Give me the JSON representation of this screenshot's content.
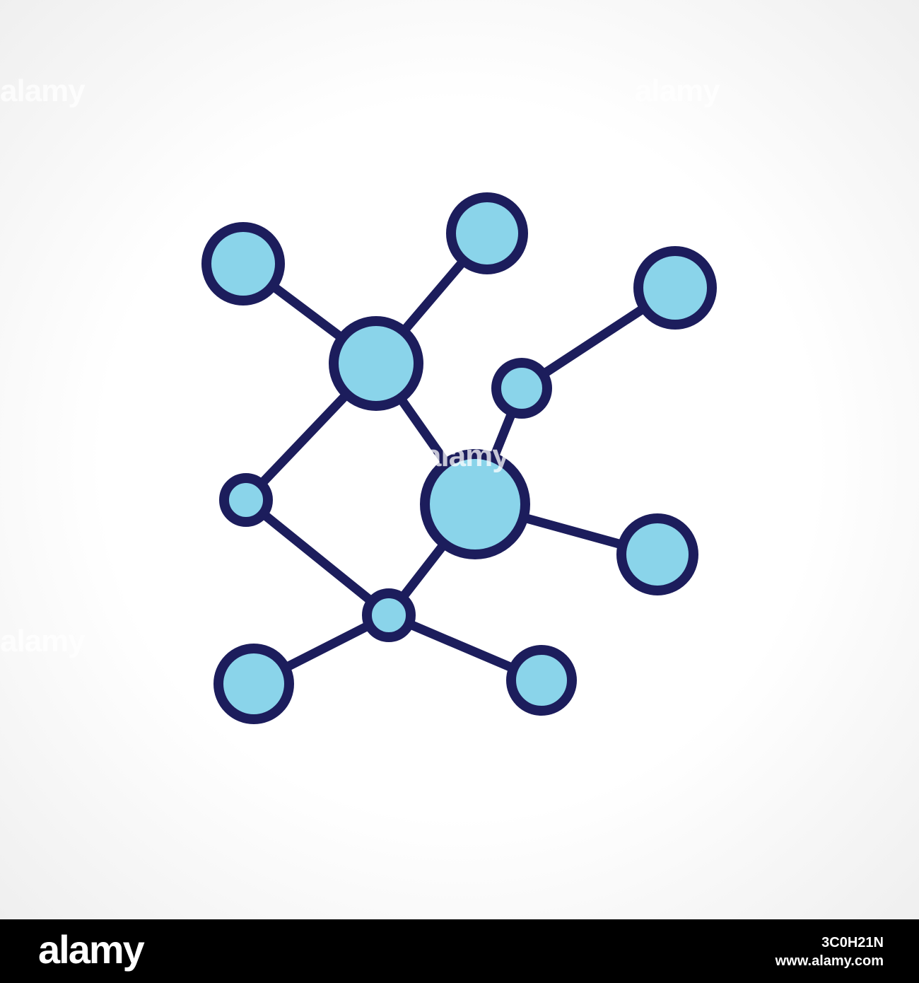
{
  "colors": {
    "node_fill": "#8ad4ea",
    "node_stroke": "#1c1d5c",
    "bond_stroke": "#1c1d5c",
    "footer_background": "#000000",
    "footer_text": "#ffffff"
  },
  "icon": "molecule-network-icon",
  "watermark_text": "alamy",
  "footer": {
    "logo": "alamy",
    "image_id": "3C0H21N",
    "site": "www.alamy.com"
  }
}
